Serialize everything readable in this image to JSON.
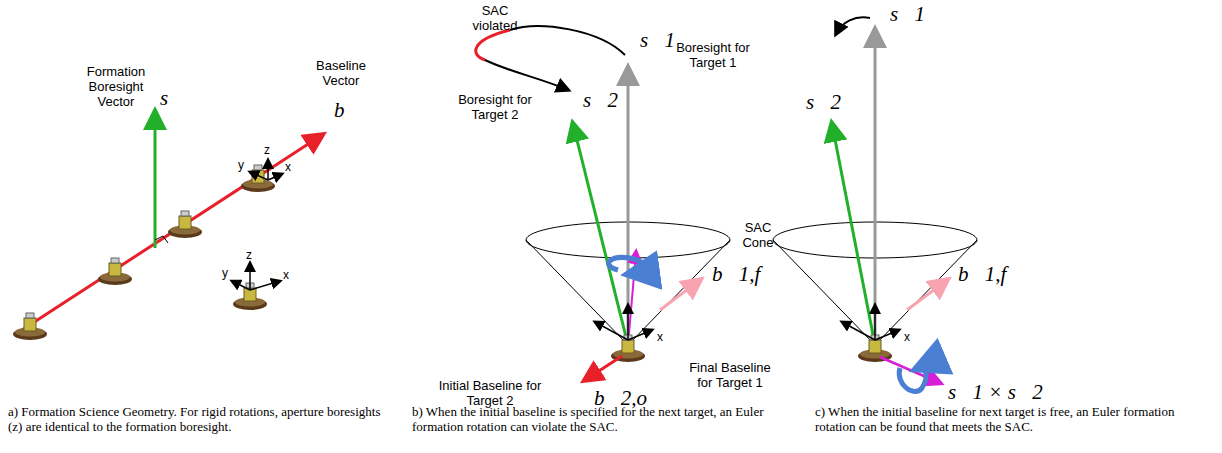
{
  "diagram": {
    "labels": [
      "Formation Boresight Vector",
      "s⃗",
      "Baseline Vector",
      "b⃗",
      "z",
      "y",
      "x",
      "z",
      "y",
      "x",
      "SAC violated",
      "s⃗1",
      "Boresight for Target 1",
      "Boresight for Target 2",
      "s⃗2",
      "SAC Cone",
      "b⃗1,f",
      "x",
      "Initial Baseline for Target 2",
      "b⃗2,o",
      "Final Baseline for Target 1",
      "s⃗1",
      "s⃗2",
      "b⃗1,f",
      "x",
      "s⃗1 × s⃗2",
      "a) Formation Science Geometry. For rigid rotations, aperture boresights (z) are identical to the formation boresight.",
      "b) When the initial baseline is specified for the next target, an Euler formation rotation can violate the SAC.",
      "c) When the initial baseline for next target is free, an Euler formation rotation can be found that meets the SAC."
    ]
  }
}
